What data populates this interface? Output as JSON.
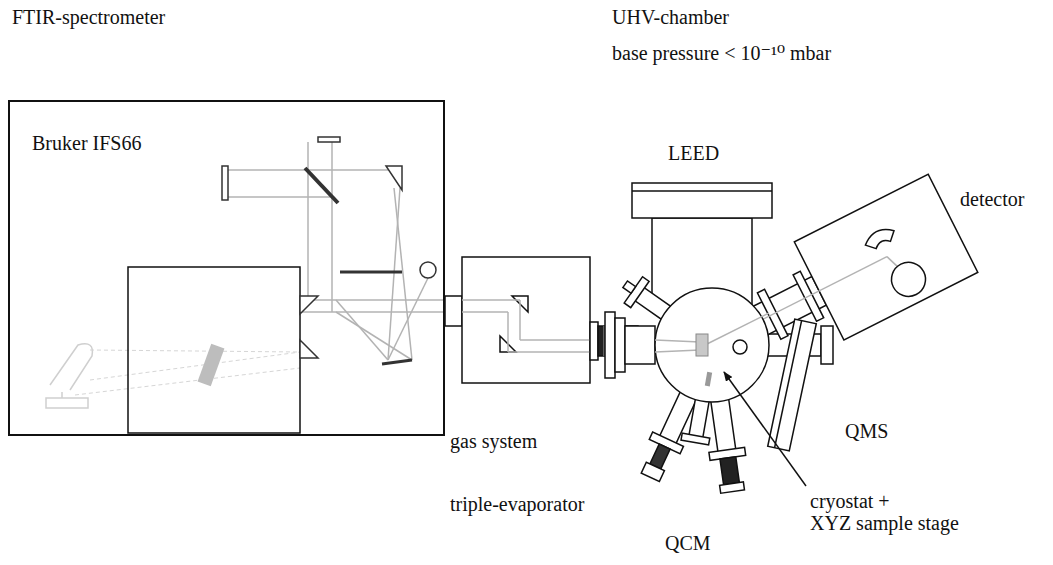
{
  "diagram": {
    "nodes": [
      {
        "text": [
          "Bruker IFS66"
        ]
      }
    ],
    "labels": [
      "FTIR-spectrometer",
      "UHV-chamber",
      "base pressure < 10⁻¹⁰ mbar",
      "LEED",
      "detector",
      "gas system",
      "QMS",
      "triple-evaporator",
      "cryostat + XYZ sample stage",
      "QCM"
    ]
  }
}
